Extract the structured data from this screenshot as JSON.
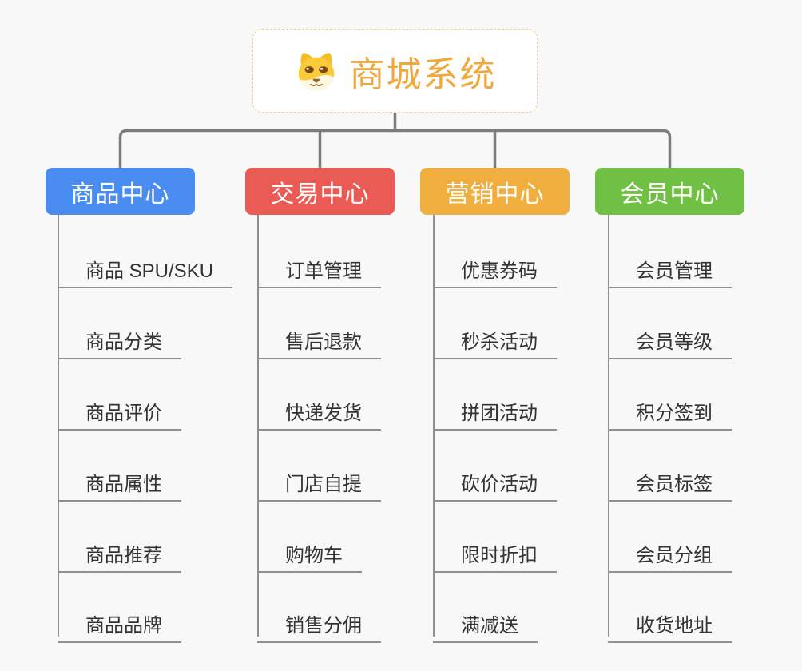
{
  "root": {
    "title": "商城系统",
    "icon": "dog-face-icon"
  },
  "branches": [
    {
      "label": "商品中心",
      "color": "#4B8CF0",
      "items": [
        "商品 SPU/SKU",
        "商品分类",
        "商品评价",
        "商品属性",
        "商品推荐",
        "商品品牌"
      ]
    },
    {
      "label": "交易中心",
      "color": "#EA5B55",
      "items": [
        "订单管理",
        "售后退款",
        "快递发货",
        "门店自提",
        "购物车",
        "销售分佣"
      ]
    },
    {
      "label": "营销中心",
      "color": "#EFAE3E",
      "items": [
        "优惠券码",
        "秒杀活动",
        "拼团活动",
        "砍价活动",
        "限时折扣",
        "满减送"
      ]
    },
    {
      "label": "会员中心",
      "color": "#6FC044",
      "items": [
        "会员管理",
        "会员等级",
        "积分签到",
        "会员标签",
        "会员分组",
        "收货地址"
      ]
    }
  ],
  "colors": {
    "root_text": "#F0A73C",
    "root_border": "#F3CD8E",
    "connector": "#7C7C7C",
    "leaf_line": "#8F8F8F",
    "leaf_text": "#333333",
    "background": "#F8F8F8"
  }
}
